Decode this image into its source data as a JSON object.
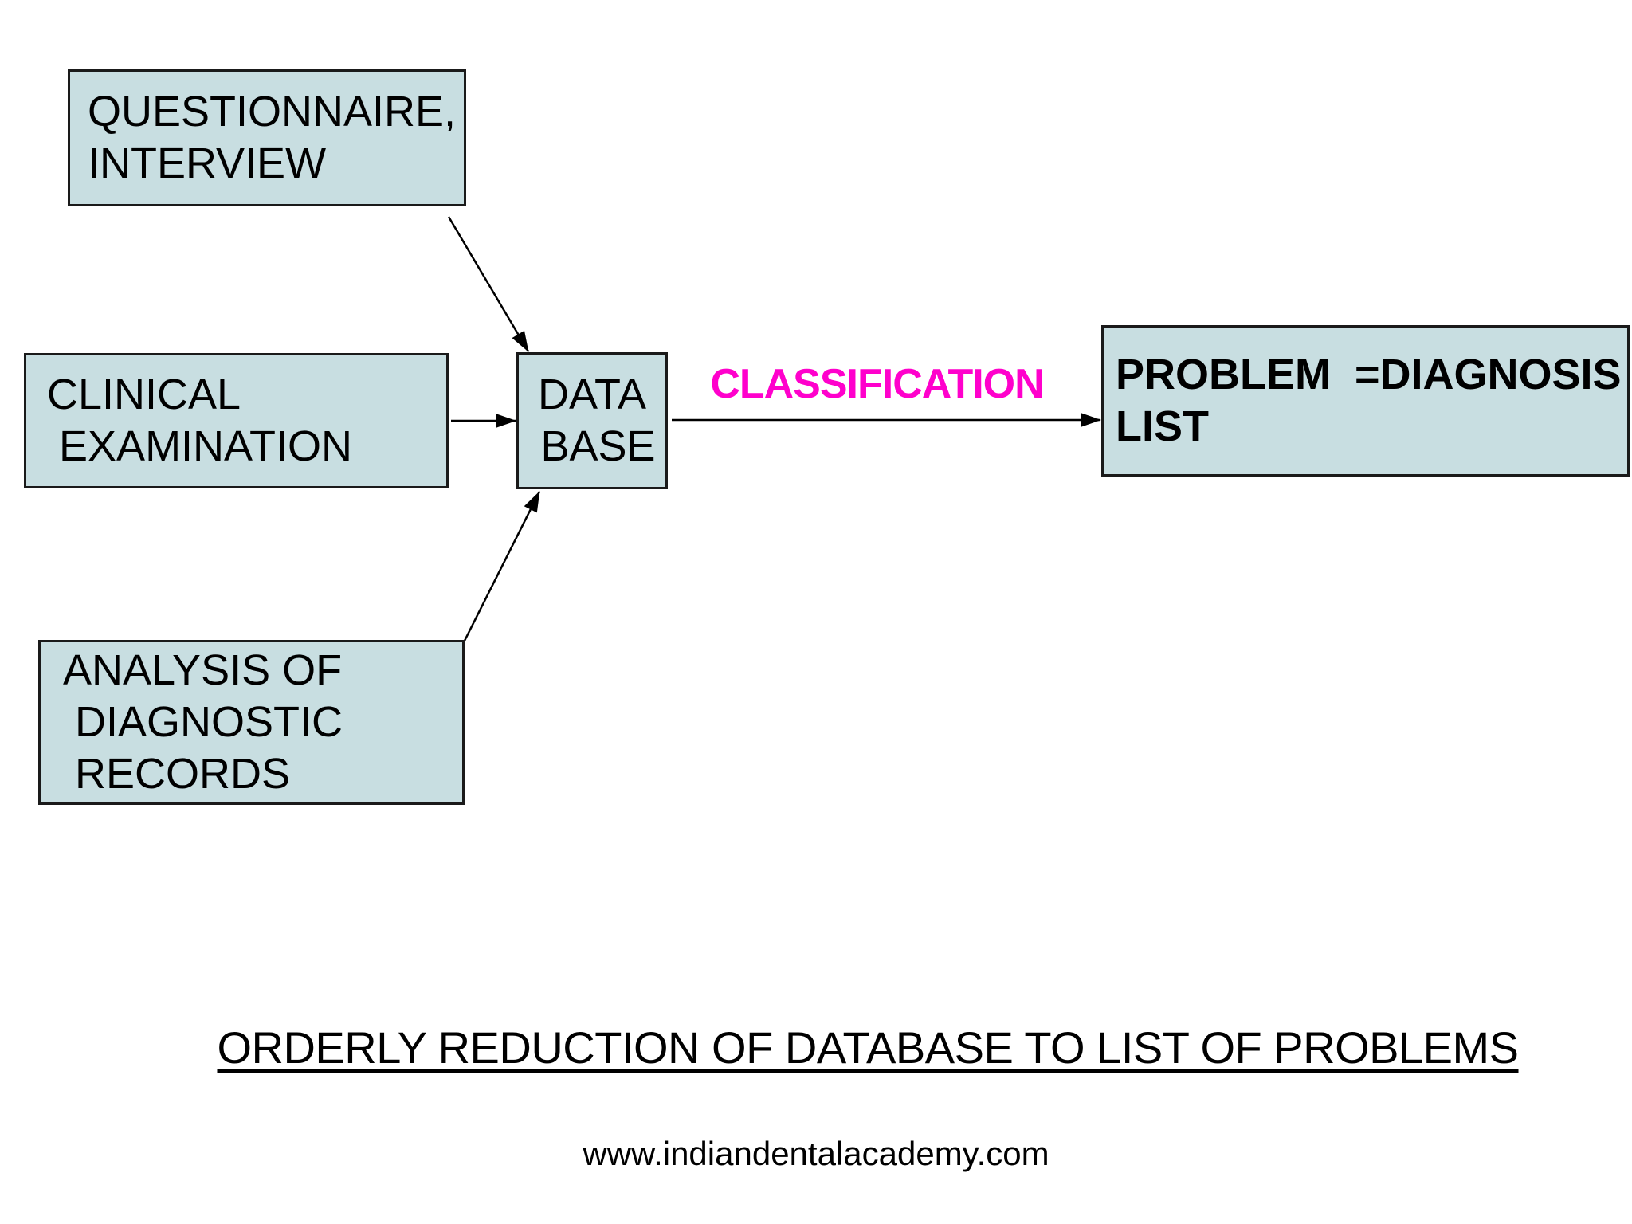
{
  "diagram": {
    "boxes": {
      "questionnaire": {
        "label": "QUESTIONNAIRE,\nINTERVIEW"
      },
      "clinical": {
        "label": "CLINICAL\n EXAMINATION"
      },
      "analysis": {
        "label": "ANALYSIS OF\n DIAGNOSTIC\n RECORDS"
      },
      "database": {
        "label": "DATA\n BASE"
      },
      "problem": {
        "label": "PROBLEM  =DIAGNOSIS\nLIST"
      }
    },
    "arrow_label": "CLASSIFICATION",
    "caption": "ORDERLY REDUCTION OF DATABASE TO LIST OF PROBLEMS",
    "footer": "www.indiandentalacademy.com",
    "colors": {
      "box_fill": "#c8dee1",
      "box_border": "#1a1a1a",
      "label_magenta": "#ff00cc",
      "text": "#000000",
      "background": "#ffffff"
    }
  }
}
